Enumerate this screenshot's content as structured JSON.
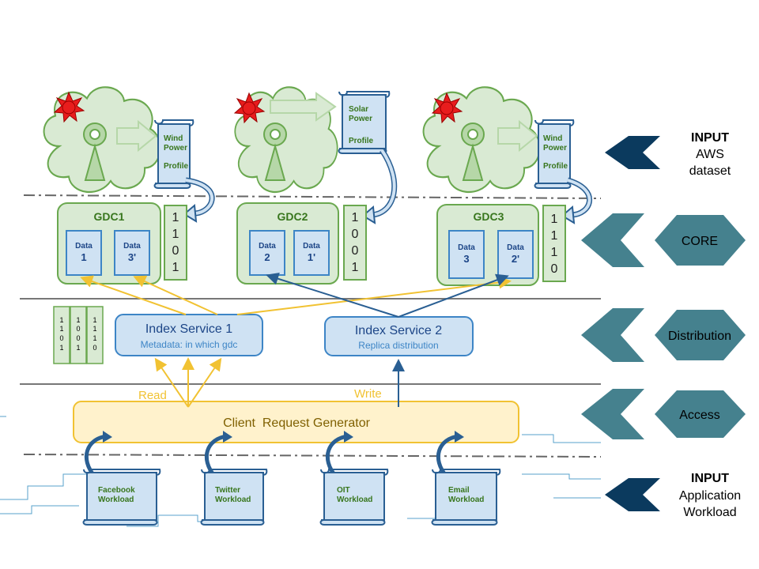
{
  "energy_sources": [
    {
      "profile_line1": "Wind",
      "profile_line2": "Power",
      "profile_line3": "Profile"
    },
    {
      "profile_line1": "Solar",
      "profile_line2": "Power",
      "profile_line3": "Profile"
    },
    {
      "profile_line1": "Wind",
      "profile_line2": "Power",
      "profile_line3": "Profile"
    }
  ],
  "gdcs": [
    {
      "title": "GDC1",
      "data_a_label": "Data",
      "data_a_id": "1",
      "data_b_label": "Data",
      "data_b_id": "3'",
      "bits": [
        "1",
        "1",
        "0",
        "1"
      ]
    },
    {
      "title": "GDC2",
      "data_a_label": "Data",
      "data_a_id": "2",
      "data_b_label": "Data",
      "data_b_id": "1'",
      "bits": [
        "1",
        "0",
        "0",
        "1"
      ]
    },
    {
      "title": "GDC3",
      "data_a_label": "Data",
      "data_a_id": "3",
      "data_b_label": "Data",
      "data_b_id": "2'",
      "bits": [
        "1",
        "1",
        "1",
        "0"
      ]
    }
  ],
  "bit_table": [
    [
      "1",
      "1",
      "0",
      "1"
    ],
    [
      "1",
      "0",
      "0",
      "1"
    ],
    [
      "1",
      "1",
      "1",
      "0"
    ]
  ],
  "index_services": [
    {
      "title": "Index Service 1",
      "subtitle": "Metadata: in which gdc"
    },
    {
      "title": "Index Service 2",
      "subtitle": "Replica distribution"
    }
  ],
  "flows": {
    "read": "Read",
    "write": "Write"
  },
  "client": {
    "title": "Client  Request Generator"
  },
  "workloads": [
    {
      "line1": "Facebook",
      "line2": "Workload"
    },
    {
      "line1": "Twitter",
      "line2": "Workload"
    },
    {
      "line1": "OIT",
      "line2": "Workload"
    },
    {
      "line1": "Email",
      "line2": "Workload"
    }
  ],
  "side_labels": {
    "input_top_title": "INPUT",
    "input_top_line1": "AWS",
    "input_top_line2": "dataset",
    "core": "CORE",
    "distribution": "Distribution",
    "access": "Access",
    "input_bottom_title": "INPUT",
    "input_bottom_line1": "Application",
    "input_bottom_line2": "Workload"
  },
  "colors": {
    "green_fill": "#d9ead3",
    "green_stroke": "#6aa84f",
    "green_text": "#38761d",
    "blue_fill": "#cfe2f3",
    "blue_stroke": "#3d85c6",
    "yellow_fill": "#fff2cc",
    "yellow_stroke": "#f1c232",
    "teal": "#45818e",
    "navy": "#0b3a5e",
    "red": "#e81d1d"
  }
}
